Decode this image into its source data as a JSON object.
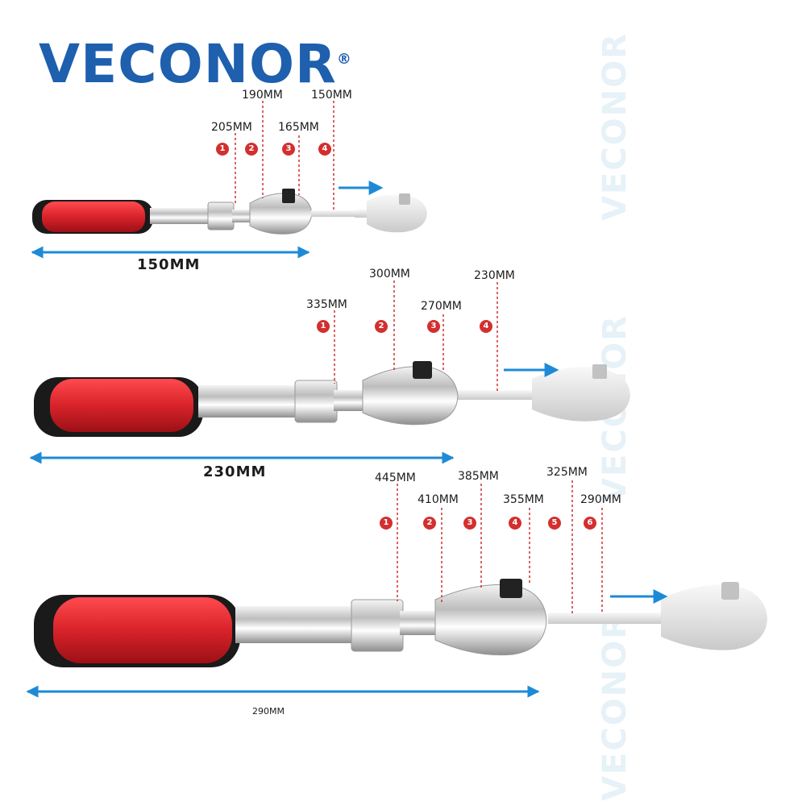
{
  "brand": {
    "name": "VECONOR",
    "mark": "®",
    "color": "#1e5fae"
  },
  "watermark": "VECONOR",
  "colors": {
    "accent": "#d32f2f",
    "arrow": "#1e8ad6",
    "handle_red": "#d8232a",
    "handle_black": "#1a1a1a"
  },
  "wrenches": [
    {
      "total_length": "150MM",
      "markers": [
        {
          "num": "1",
          "label": "205MM"
        },
        {
          "num": "2",
          "label": "190MM"
        },
        {
          "num": "3",
          "label": "165MM"
        },
        {
          "num": "4",
          "label": "150MM"
        }
      ]
    },
    {
      "total_length": "230MM",
      "markers": [
        {
          "num": "1",
          "label": "335MM"
        },
        {
          "num": "2",
          "label": "300MM"
        },
        {
          "num": "3",
          "label": "270MM"
        },
        {
          "num": "4",
          "label": "230MM"
        }
      ]
    },
    {
      "total_length": "290MM",
      "markers": [
        {
          "num": "1",
          "label": "445MM"
        },
        {
          "num": "2",
          "label": "410MM"
        },
        {
          "num": "3",
          "label": "385MM"
        },
        {
          "num": "4",
          "label": "355MM"
        },
        {
          "num": "5",
          "label": "325MM"
        },
        {
          "num": "6",
          "label": "290MM"
        }
      ]
    }
  ]
}
